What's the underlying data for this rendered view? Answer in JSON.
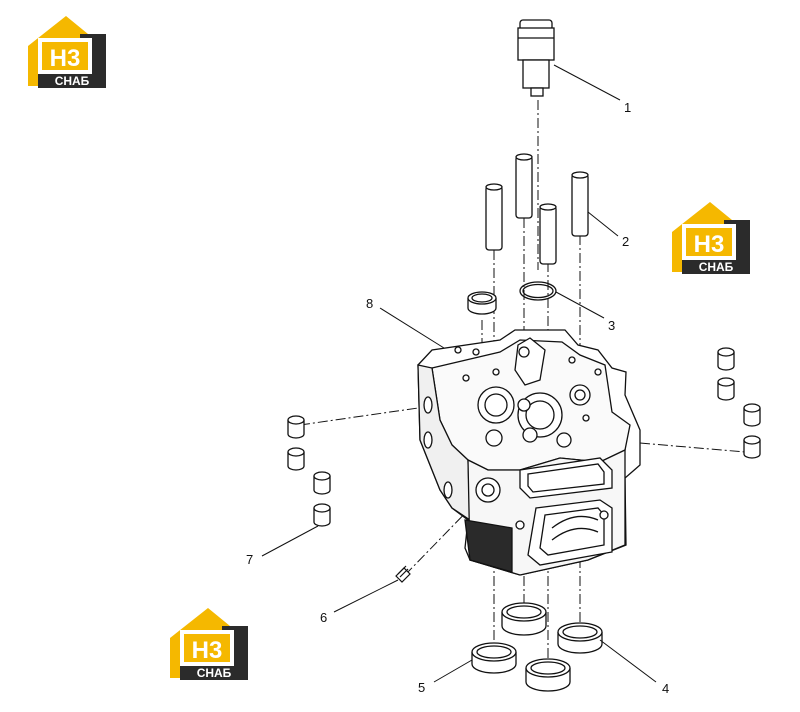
{
  "logos": [
    {
      "mark": "H3",
      "caption": "СНАБ"
    },
    {
      "mark": "H3",
      "caption": "СНАБ"
    },
    {
      "mark": "H3",
      "caption": "СНАБ"
    }
  ],
  "callouts": [
    "1",
    "2",
    "3",
    "4",
    "5",
    "6",
    "7",
    "8"
  ],
  "colors": {
    "brand_yellow": "#f5b800",
    "brand_dark": "#2b2b2b",
    "line": "#111111"
  }
}
